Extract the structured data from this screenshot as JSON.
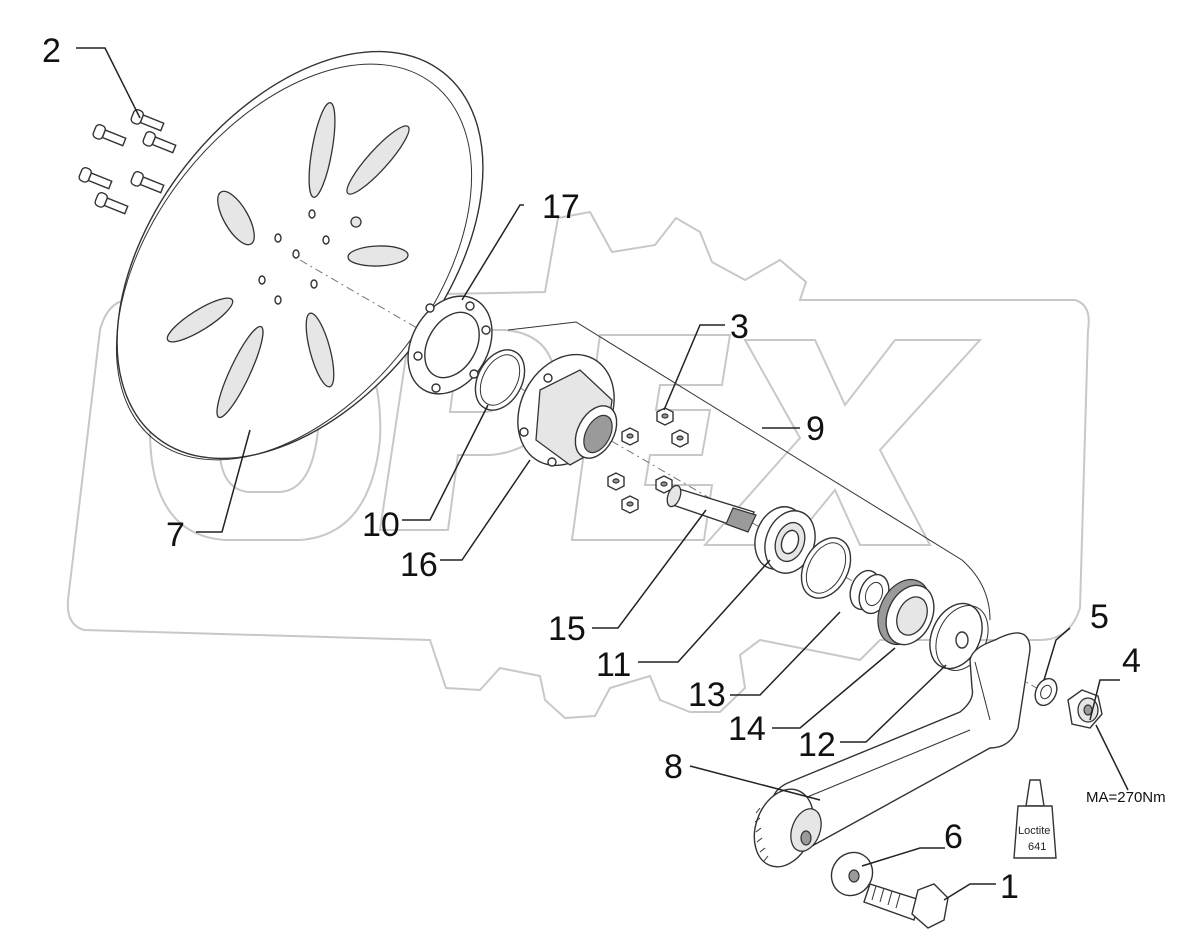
{
  "diagram": {
    "watermark": "OPEX",
    "torque_note": "MA=270Nm",
    "adhesive_label_line1": "Loctite",
    "adhesive_label_line2": "641",
    "callouts": {
      "c1": "1",
      "c2": "2",
      "c3": "3",
      "c4": "4",
      "c5": "5",
      "c6": "6",
      "c7": "7",
      "c8": "8",
      "c9": "9",
      "c10": "10",
      "c11": "11",
      "c12": "12",
      "c13": "13",
      "c14": "14",
      "c15": "15",
      "c16": "16",
      "c17": "17"
    }
  },
  "colors": {
    "line": "#333333",
    "watermark": "#c8c8c8",
    "background": "#ffffff"
  }
}
